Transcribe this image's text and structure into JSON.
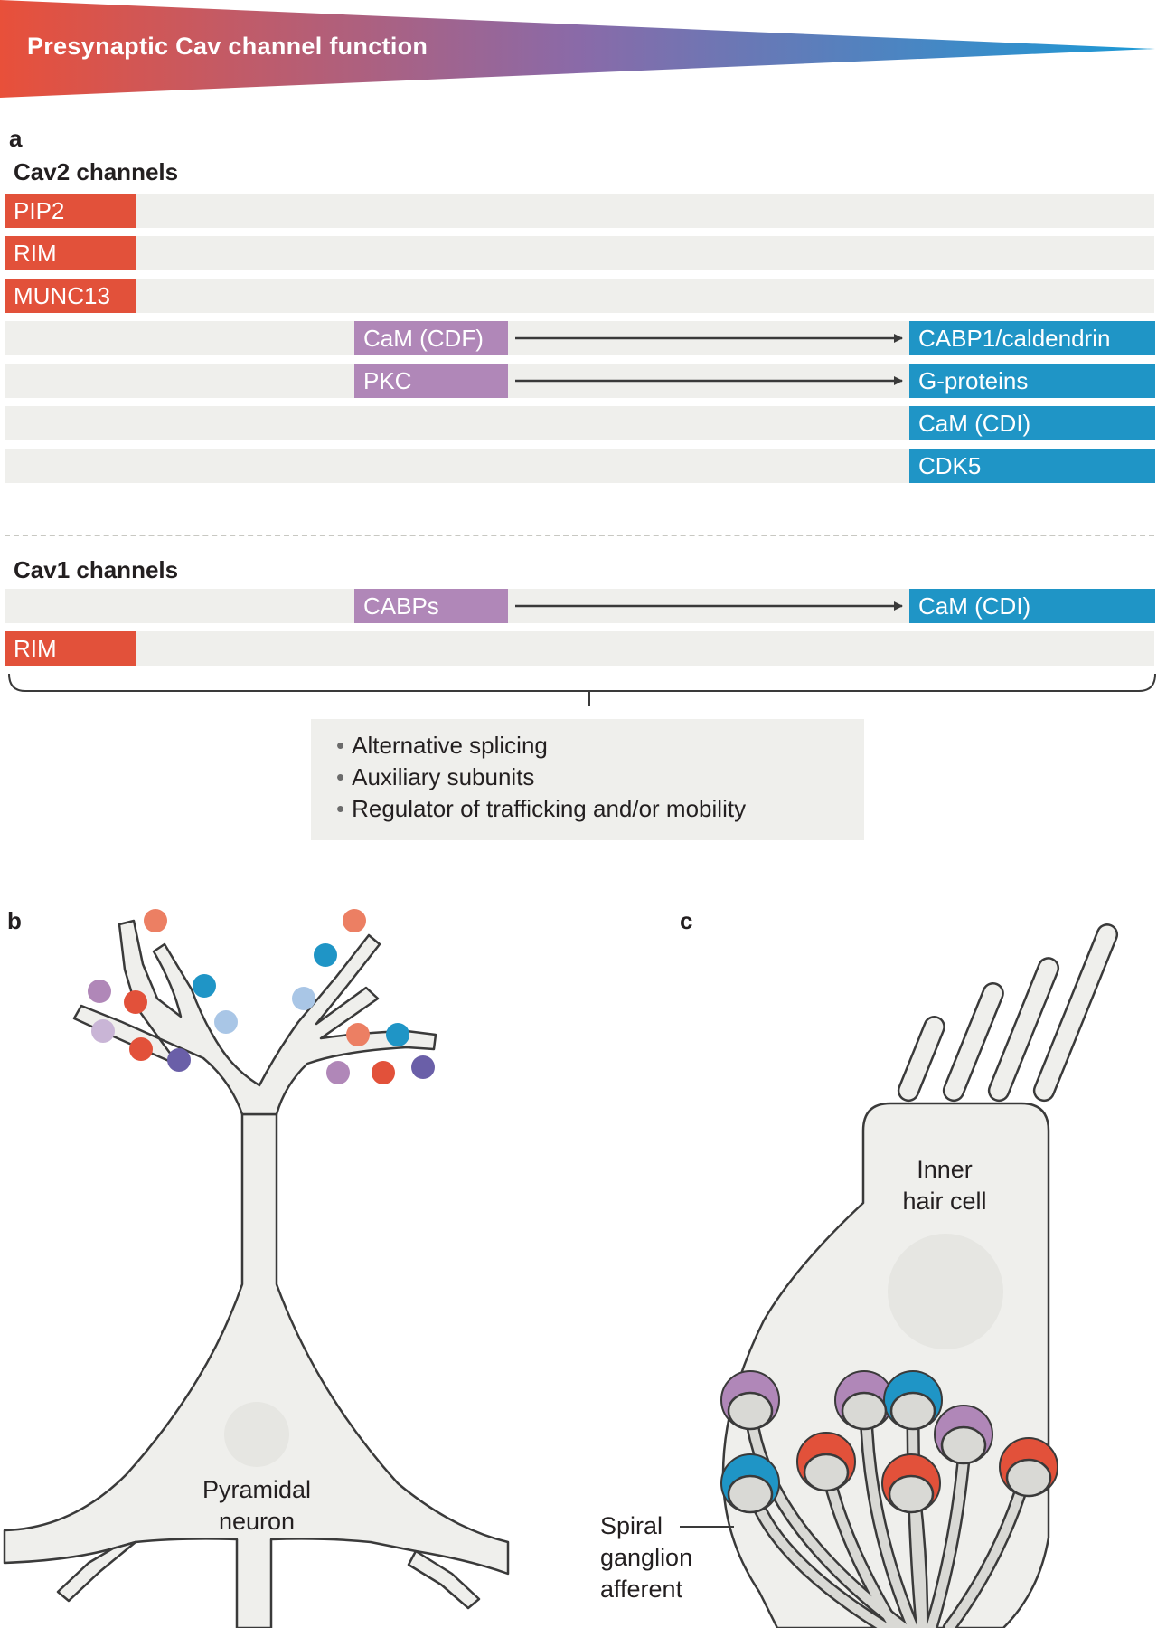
{
  "banner": {
    "title": "Presynaptic Cav channel function",
    "gradient_start": "#e8503a",
    "gradient_mid": "#8a6aa8",
    "gradient_end": "#1a9ad6"
  },
  "panel_a": {
    "letter": "a",
    "cav2_title": "Cav2 channels",
    "cav2_rows": [
      {
        "left": "PIP2"
      },
      {
        "left": "RIM"
      },
      {
        "left": "MUNC13"
      },
      {
        "middle": "CaM (CDF)",
        "right": "CABP1/caldendrin",
        "arrow": true
      },
      {
        "middle": "PKC",
        "right": "G-proteins",
        "arrow": true
      },
      {
        "right": "CaM (CDI)"
      },
      {
        "right": "CDK5"
      }
    ],
    "cav1_title": "Cav1 channels",
    "cav1_rows": [
      {
        "middle": "CABPs",
        "right": "CaM (CDI)",
        "arrow": true
      },
      {
        "left": "RIM"
      }
    ],
    "factors": [
      "Alternative splicing",
      "Auxiliary subunits",
      "Regulator of trafficking and/or mobility"
    ]
  },
  "panel_b": {
    "letter": "b",
    "cell_label_line1": "Pyramidal",
    "cell_label_line2": "neuron"
  },
  "panel_c": {
    "letter": "c",
    "cell_label_line1": "Inner",
    "cell_label_line2": "hair cell",
    "afferent_label_line1": "Spiral",
    "afferent_label_line2": "ganglion",
    "afferent_label_line3": "afferent"
  },
  "colors": {
    "red": "#e2513a",
    "purple": "#b087b8",
    "blue": "#1f95c6",
    "light_blue": "#a9c6e6",
    "dark_purple": "#6a5fa8",
    "light_purple": "#c9b5d6",
    "salmon": "#ec7f63",
    "track": "#efefec"
  }
}
